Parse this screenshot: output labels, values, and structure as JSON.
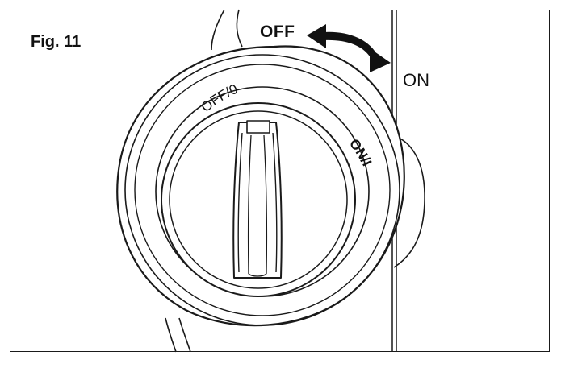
{
  "figure": {
    "label": "Fig. 11",
    "direction_labels": {
      "off": "OFF",
      "on": "ON"
    },
    "dial_labels": {
      "off": "OFF/0",
      "on": "ON/I"
    }
  },
  "colors": {
    "line": "#1a1a1a",
    "background": "#ffffff"
  },
  "icons": {
    "arrow": "double-headed-curved-arrow-icon",
    "knob": "rotary-switch-icon"
  }
}
